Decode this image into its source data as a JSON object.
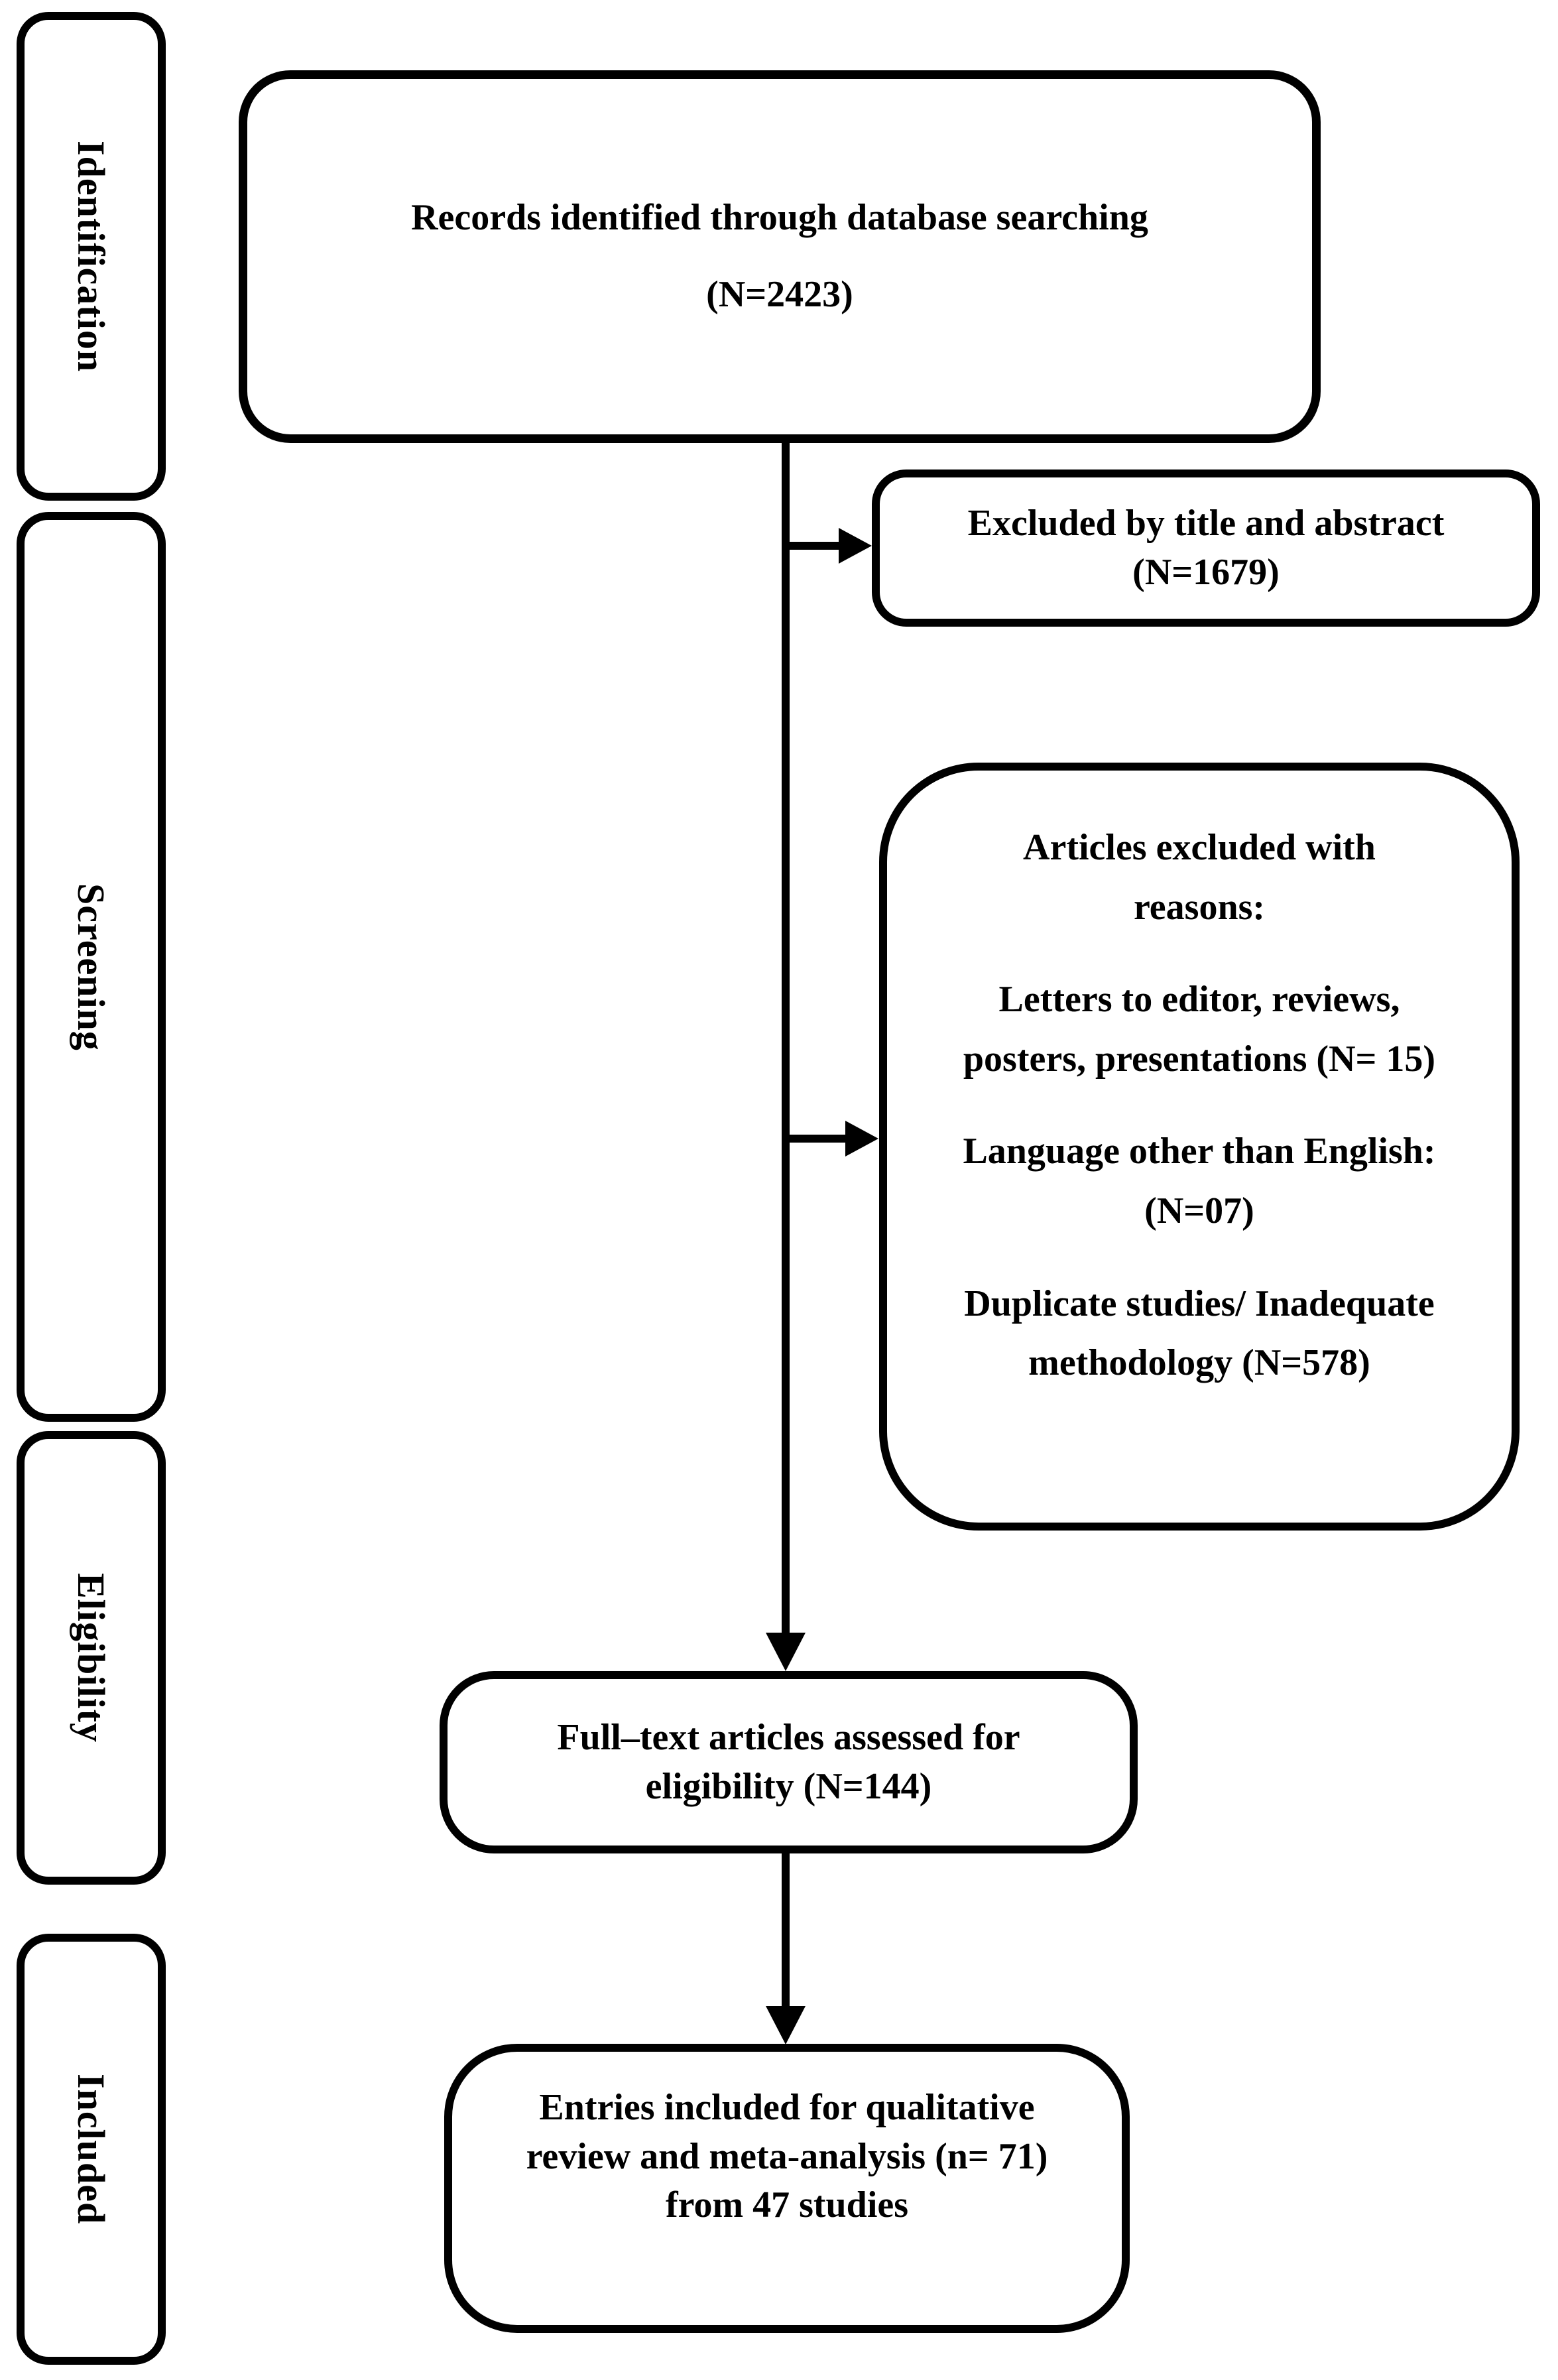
{
  "colors": {
    "ink": "#000000",
    "paper": "#ffffff"
  },
  "sidebar": {
    "stages": [
      {
        "label": "Identification"
      },
      {
        "label": "Screening"
      },
      {
        "label": "Eligibility"
      },
      {
        "label": "Included"
      }
    ]
  },
  "boxes": {
    "records": {
      "title": "Records identified through database searching",
      "count": "(N=2423)"
    },
    "excluded_title_abstract": {
      "text": "Excluded by title and abstract (N=1679)"
    },
    "excluded_reasons": {
      "heading": "Articles excluded with reasons:",
      "items": [
        "Letters to editor, reviews, posters, presentations (N= 15)",
        "Language other than English: (N=07)",
        "Duplicate studies/ Inadequate methodology (N=578)"
      ]
    },
    "fulltext": {
      "text": "Full–text articles assessed for eligibility (N=144)"
    },
    "included": {
      "text": "Entries included for qualitative review and meta-analysis (n= 71) from 47 studies"
    }
  }
}
